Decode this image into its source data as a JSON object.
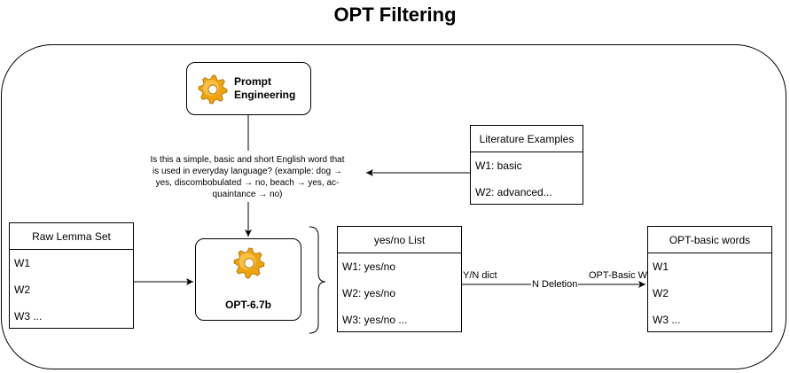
{
  "title": "OPT Filtering",
  "prompt_engineering": {
    "label_line1": "Prompt",
    "label_line2": "Engineering",
    "icon": "gear-icon"
  },
  "prompt_text": "Is this a simple, basic and short English word that is used in everyday language? (example: dog → yes, discombobulated → no, beach → yes, ac-quaintance → no)",
  "literature_examples": {
    "header": "Literature Examples",
    "items": [
      "W1: basic",
      "W2: advanced..."
    ]
  },
  "raw_lemma_set": {
    "header": "Raw Lemma Set",
    "items": [
      "W1",
      "W2",
      "W3 ..."
    ]
  },
  "opt_model": {
    "label": "OPT-6.7b",
    "icon": "gear-icon"
  },
  "yes_no_list": {
    "header": "yes/no List",
    "items": [
      "W1: yes/no",
      "W2: yes/no",
      "W3: yes/no ..."
    ]
  },
  "opt_basic_words": {
    "header": "OPT-basic words",
    "items": [
      "W1",
      "W2",
      "W3 ..."
    ]
  },
  "edges": {
    "yn_dict": "Y/N dict",
    "n_deletion": "N Deletion",
    "opt_basic_w": "OPT-Basic W"
  },
  "colors": {
    "gear_fill": "#f0a30a",
    "gear_dark": "#b47d14",
    "gear_light": "#ffd666"
  }
}
